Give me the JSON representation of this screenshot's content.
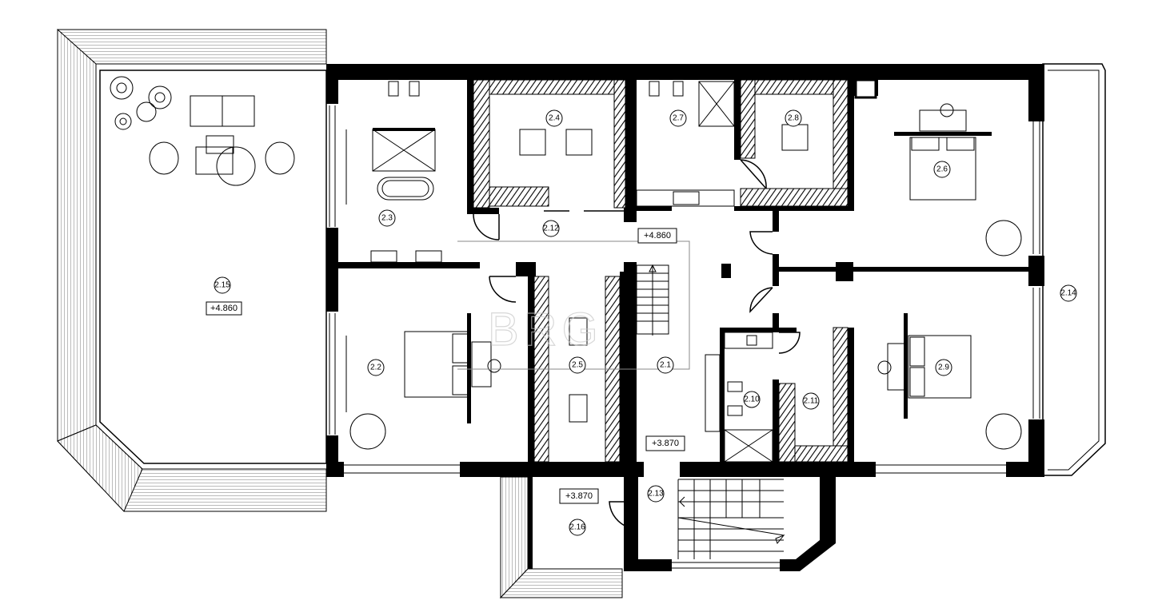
{
  "plan": {
    "watermark": "BRG",
    "rooms": [
      {
        "id": "2.2"
      },
      {
        "id": "2.3"
      },
      {
        "id": "2.4"
      },
      {
        "id": "2.5"
      },
      {
        "id": "2.6"
      },
      {
        "id": "2.7"
      },
      {
        "id": "2.8"
      },
      {
        "id": "2.9"
      },
      {
        "id": "2.10"
      },
      {
        "id": "2.11"
      },
      {
        "id": "2.12"
      },
      {
        "id": "2.13"
      },
      {
        "id": "2.14"
      },
      {
        "id": "2.15"
      },
      {
        "id": "2.16"
      },
      {
        "id": "2.1"
      }
    ],
    "levels": {
      "terrace": "+4.860",
      "hall_upper": "+4.860",
      "hall_lower": "+3.870",
      "small_terrace": "+3.870"
    }
  }
}
